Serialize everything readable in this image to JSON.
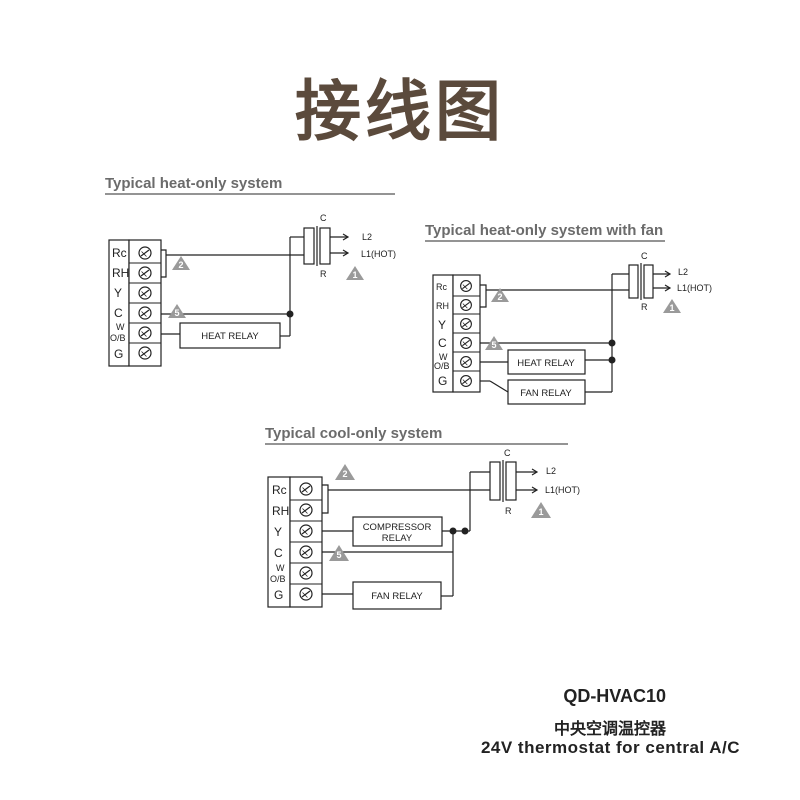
{
  "title": "接线图",
  "diagrams": [
    {
      "title": "Typical heat-only system",
      "terminals": [
        "Rc",
        "RH",
        "Y",
        "C",
        "W",
        "O/B",
        "G"
      ],
      "relays": [
        "HEAT RELAY"
      ],
      "transformer": {
        "top": "C",
        "bottom": "R",
        "line2": "L2",
        "line1": "L1(HOT)"
      },
      "notes": [
        "2",
        "5",
        "1"
      ]
    },
    {
      "title": "Typical heat-only system with fan",
      "terminals": [
        "Rc",
        "RH",
        "Y",
        "C",
        "W",
        "O/B",
        "G"
      ],
      "relays": [
        "HEAT RELAY",
        "FAN RELAY"
      ],
      "transformer": {
        "top": "C",
        "bottom": "R",
        "line2": "L2",
        "line1": "L1(HOT)"
      },
      "notes": [
        "2",
        "5",
        "1"
      ]
    },
    {
      "title": "Typical cool-only system",
      "terminals": [
        "Rc",
        "RH",
        "Y",
        "C",
        "W",
        "O/B",
        "G"
      ],
      "relays": [
        "COMPRESSOR",
        "RELAY",
        "FAN RELAY"
      ],
      "transformer": {
        "top": "C",
        "bottom": "R",
        "line2": "L2",
        "line1": "L1(HOT)"
      },
      "notes": [
        "2",
        "5",
        "1"
      ]
    }
  ],
  "footer": {
    "model": "QD-HVAC10",
    "name_cn": "中央空调温控器",
    "description": "24V thermostat for central A/C"
  }
}
